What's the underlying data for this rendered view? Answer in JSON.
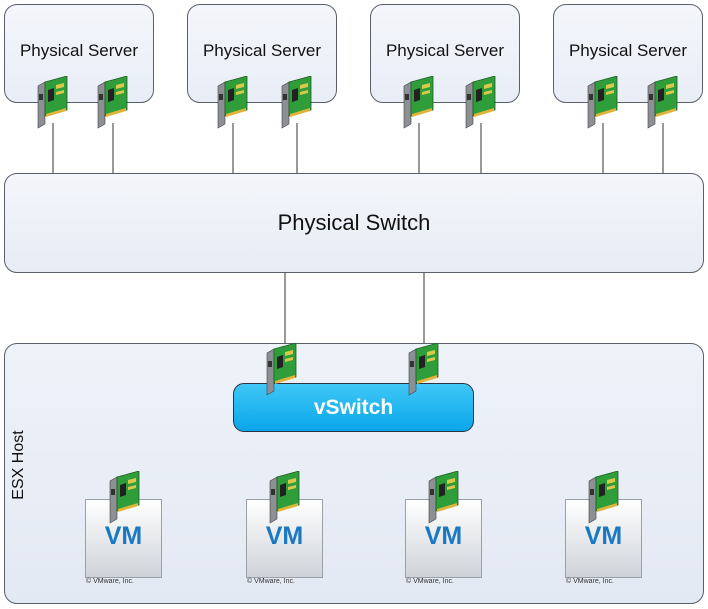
{
  "servers": [
    {
      "title": "Physical Server"
    },
    {
      "title": "Physical Server"
    },
    {
      "title": "Physical Server"
    },
    {
      "title": "Physical Server"
    }
  ],
  "switch": {
    "title": "Physical Switch"
  },
  "host": {
    "title": "ESX Host"
  },
  "vswitch": {
    "title": "vSwitch"
  },
  "vms": [
    {
      "title": "VM",
      "copyright": "© VMware, Inc."
    },
    {
      "title": "VM",
      "copyright": "© VMware, Inc."
    },
    {
      "title": "VM",
      "copyright": "© VMware, Inc."
    },
    {
      "title": "VM",
      "copyright": "© VMware, Inc."
    }
  ],
  "colors": {
    "nic_board": "#2e9d3a",
    "nic_bracket": "#8c8f94",
    "vswitch": "#0aa6ea",
    "vm_text": "#1b78c2"
  },
  "icons": {
    "nic": "network-card-icon"
  }
}
